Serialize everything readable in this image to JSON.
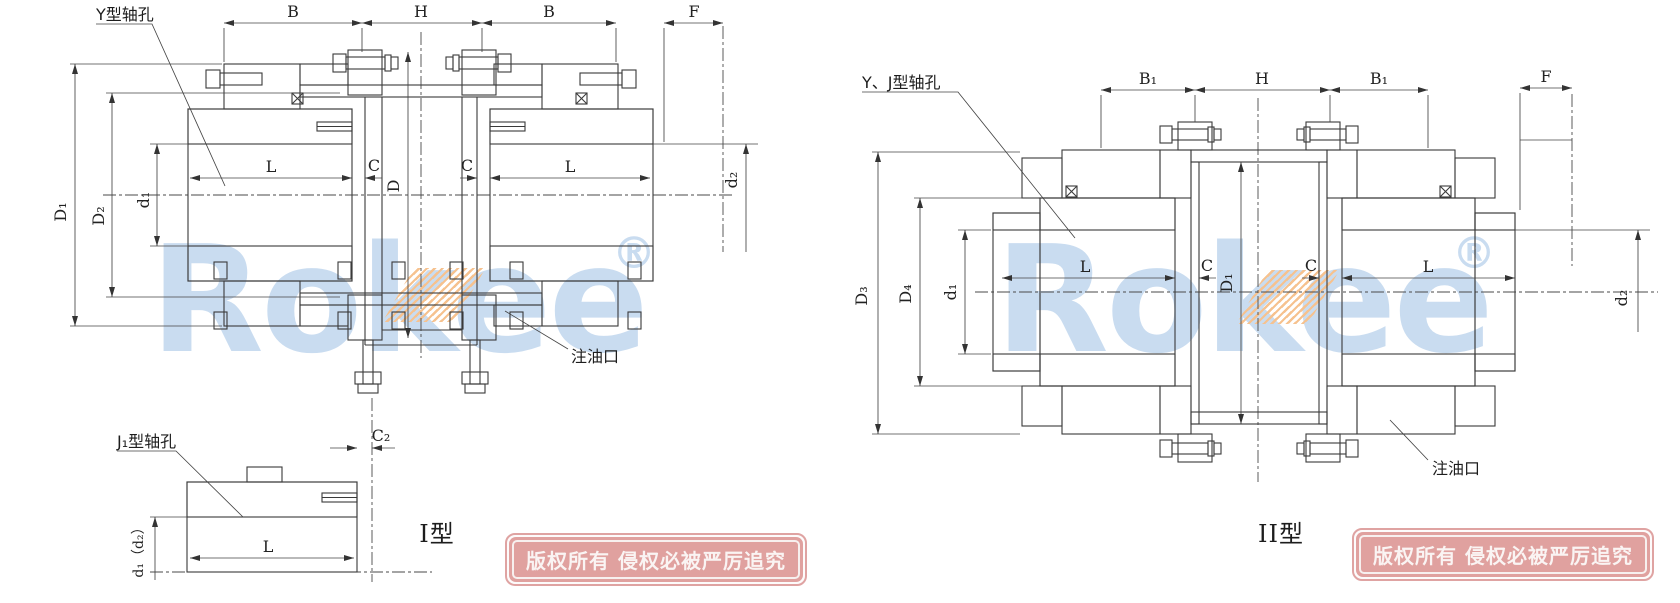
{
  "page": {
    "background": "#ffffff",
    "line_color": "#3a3a3a"
  },
  "watermark": {
    "text": "Rokee",
    "registered_mark": "®",
    "text_color": "#c9dcf0",
    "diamond_color": "#f6c28f"
  },
  "copyright_stamp": {
    "text": "版权所有 侵权必被严厉追究",
    "background": "#e0a19f",
    "border_color": "#dfa3a2",
    "text_color": "#faf4f3"
  },
  "type1": {
    "caption": "I型",
    "callouts": {
      "shaft_hole": "Y型轴孔",
      "oil_port": "注油口",
      "j1_shaft_hole": "J₁型轴孔"
    },
    "dims": {
      "B_left": "B",
      "H": "H",
      "B_right": "B",
      "F": "F",
      "D1": "D₁",
      "D2": "D₂",
      "d1": "d₁",
      "L_left": "L",
      "C_left": "C",
      "D": "D",
      "C_right": "C",
      "L_right": "L",
      "d2": "d₂",
      "C2": "C₂",
      "L_hub": "L",
      "d1_d2": "d₁（d₂）"
    }
  },
  "type2": {
    "caption": "II型",
    "callouts": {
      "shaft_hole": "Y、J型轴孔",
      "oil_port": "注油口"
    },
    "dims": {
      "B1_left": "B₁",
      "H": "H",
      "B1_right": "B₁",
      "F": "F",
      "D3": "D₃",
      "D4": "D₄",
      "d1": "d₁",
      "L_left": "L",
      "C_left": "C",
      "D1": "D₁",
      "C_right": "C",
      "L_right": "L",
      "d2": "d₂"
    }
  }
}
